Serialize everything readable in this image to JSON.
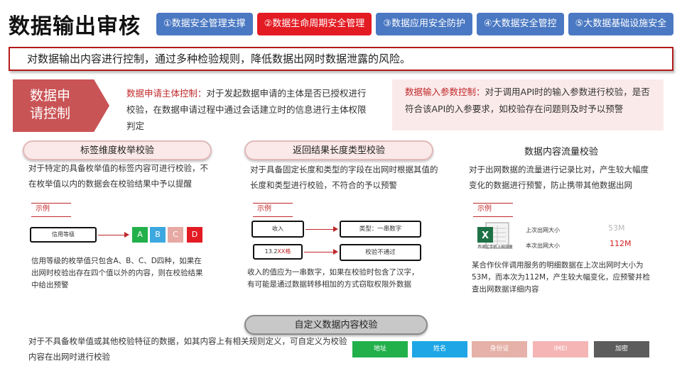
{
  "header": {
    "title": "数据输出审核",
    "tabs": [
      {
        "label": "①数据安全管理支撑",
        "active": false
      },
      {
        "label": "②数据生命周期安全管理",
        "active": true
      },
      {
        "label": "③数据应用安全防护",
        "active": false
      },
      {
        "label": "④大数据安全管控",
        "active": false
      },
      {
        "label": "⑤大数据基础设施安全",
        "active": false
      }
    ]
  },
  "banner": "对数据输出内容进行控制，通过多种检验规则，降低数据出网时数据泄露的风险。",
  "request_control": {
    "label_line1": "数据申",
    "label_line2": "请控制",
    "subject": {
      "term": "数据申请主体控制：",
      "text": "对于发起数据申请的主体是否已授权进行校验，在数据申请过程中通过会话建立时的信息进行主体权限判定"
    },
    "input_param": {
      "term": "数据输入参数控制：",
      "text": "对于调用API时的输入参数进行校验，是否符合该API的入参要求，如校验存在问题则及时予以预警"
    }
  },
  "tag_enum": {
    "heading": "标签维度枚举校验",
    "desc": "对于特定的具备枚举值的标签内容可进行校验，不在枚举值以内的数据会在校验结果中予以提醒",
    "sample_label": "示例",
    "field": "信用等级",
    "values": [
      "A",
      "B",
      "C",
      "D"
    ],
    "value_colors": [
      "#22b04b",
      "#3da8e0",
      "#e6a9a3",
      "#e31b23"
    ],
    "note": "信用等级的枚举值只包含A、B、C、D四种，如果在出网时校验出存在四个值以外的内容，则在校验结果中给出预警"
  },
  "length_type": {
    "heading": "返回结果长度类型校验",
    "desc": "对于具备固定长度和类型的字段在出网时根据其值的长度和类型进行校验，不符合的予以预警",
    "sample_label": "示例",
    "field": "收入",
    "type_label": "类型：一串数字",
    "value_prefix": "13.2",
    "value_suffix": "XX格",
    "result": "校验不通过",
    "note": "收入的值应为一串数字，如果在校验时包含了汉字，有可能是通过数据转移相加的方式窃取权限外数据"
  },
  "flow_check": {
    "heading": "数据内容流量校验",
    "desc": "对于出网数据的流量进行记录比对，产生较大幅度变化的数据进行预警，防止携带其他数据出网",
    "sample_label": "示例",
    "file_caption": "西湖区手机上网流量",
    "last_label": "上次出网大小",
    "last_value": "53M",
    "this_label": "本次出网大小",
    "this_value": "112M",
    "note": "某合作伙伴调用服务的明细数据在上次出网时大小为53M，而本次为112M，产生较大幅变化，应预警并检查出网数据详细内容"
  },
  "custom": {
    "heading": "自定义数据内容校验",
    "desc": "对于不具备枚举值或其他校验特征的数据，如其内容上有相关规则定义，可自定义为校验内容在出网时进行校验",
    "tags": [
      {
        "label": "地址",
        "color": "#22b04b"
      },
      {
        "label": "姓名",
        "color": "#1ea6e6"
      },
      {
        "label": "身份证",
        "color": "#e6b1a8"
      },
      {
        "label": "IMEI",
        "color": "#f5b5b5"
      },
      {
        "label": "加密",
        "color": "#5c5c5c"
      }
    ]
  }
}
